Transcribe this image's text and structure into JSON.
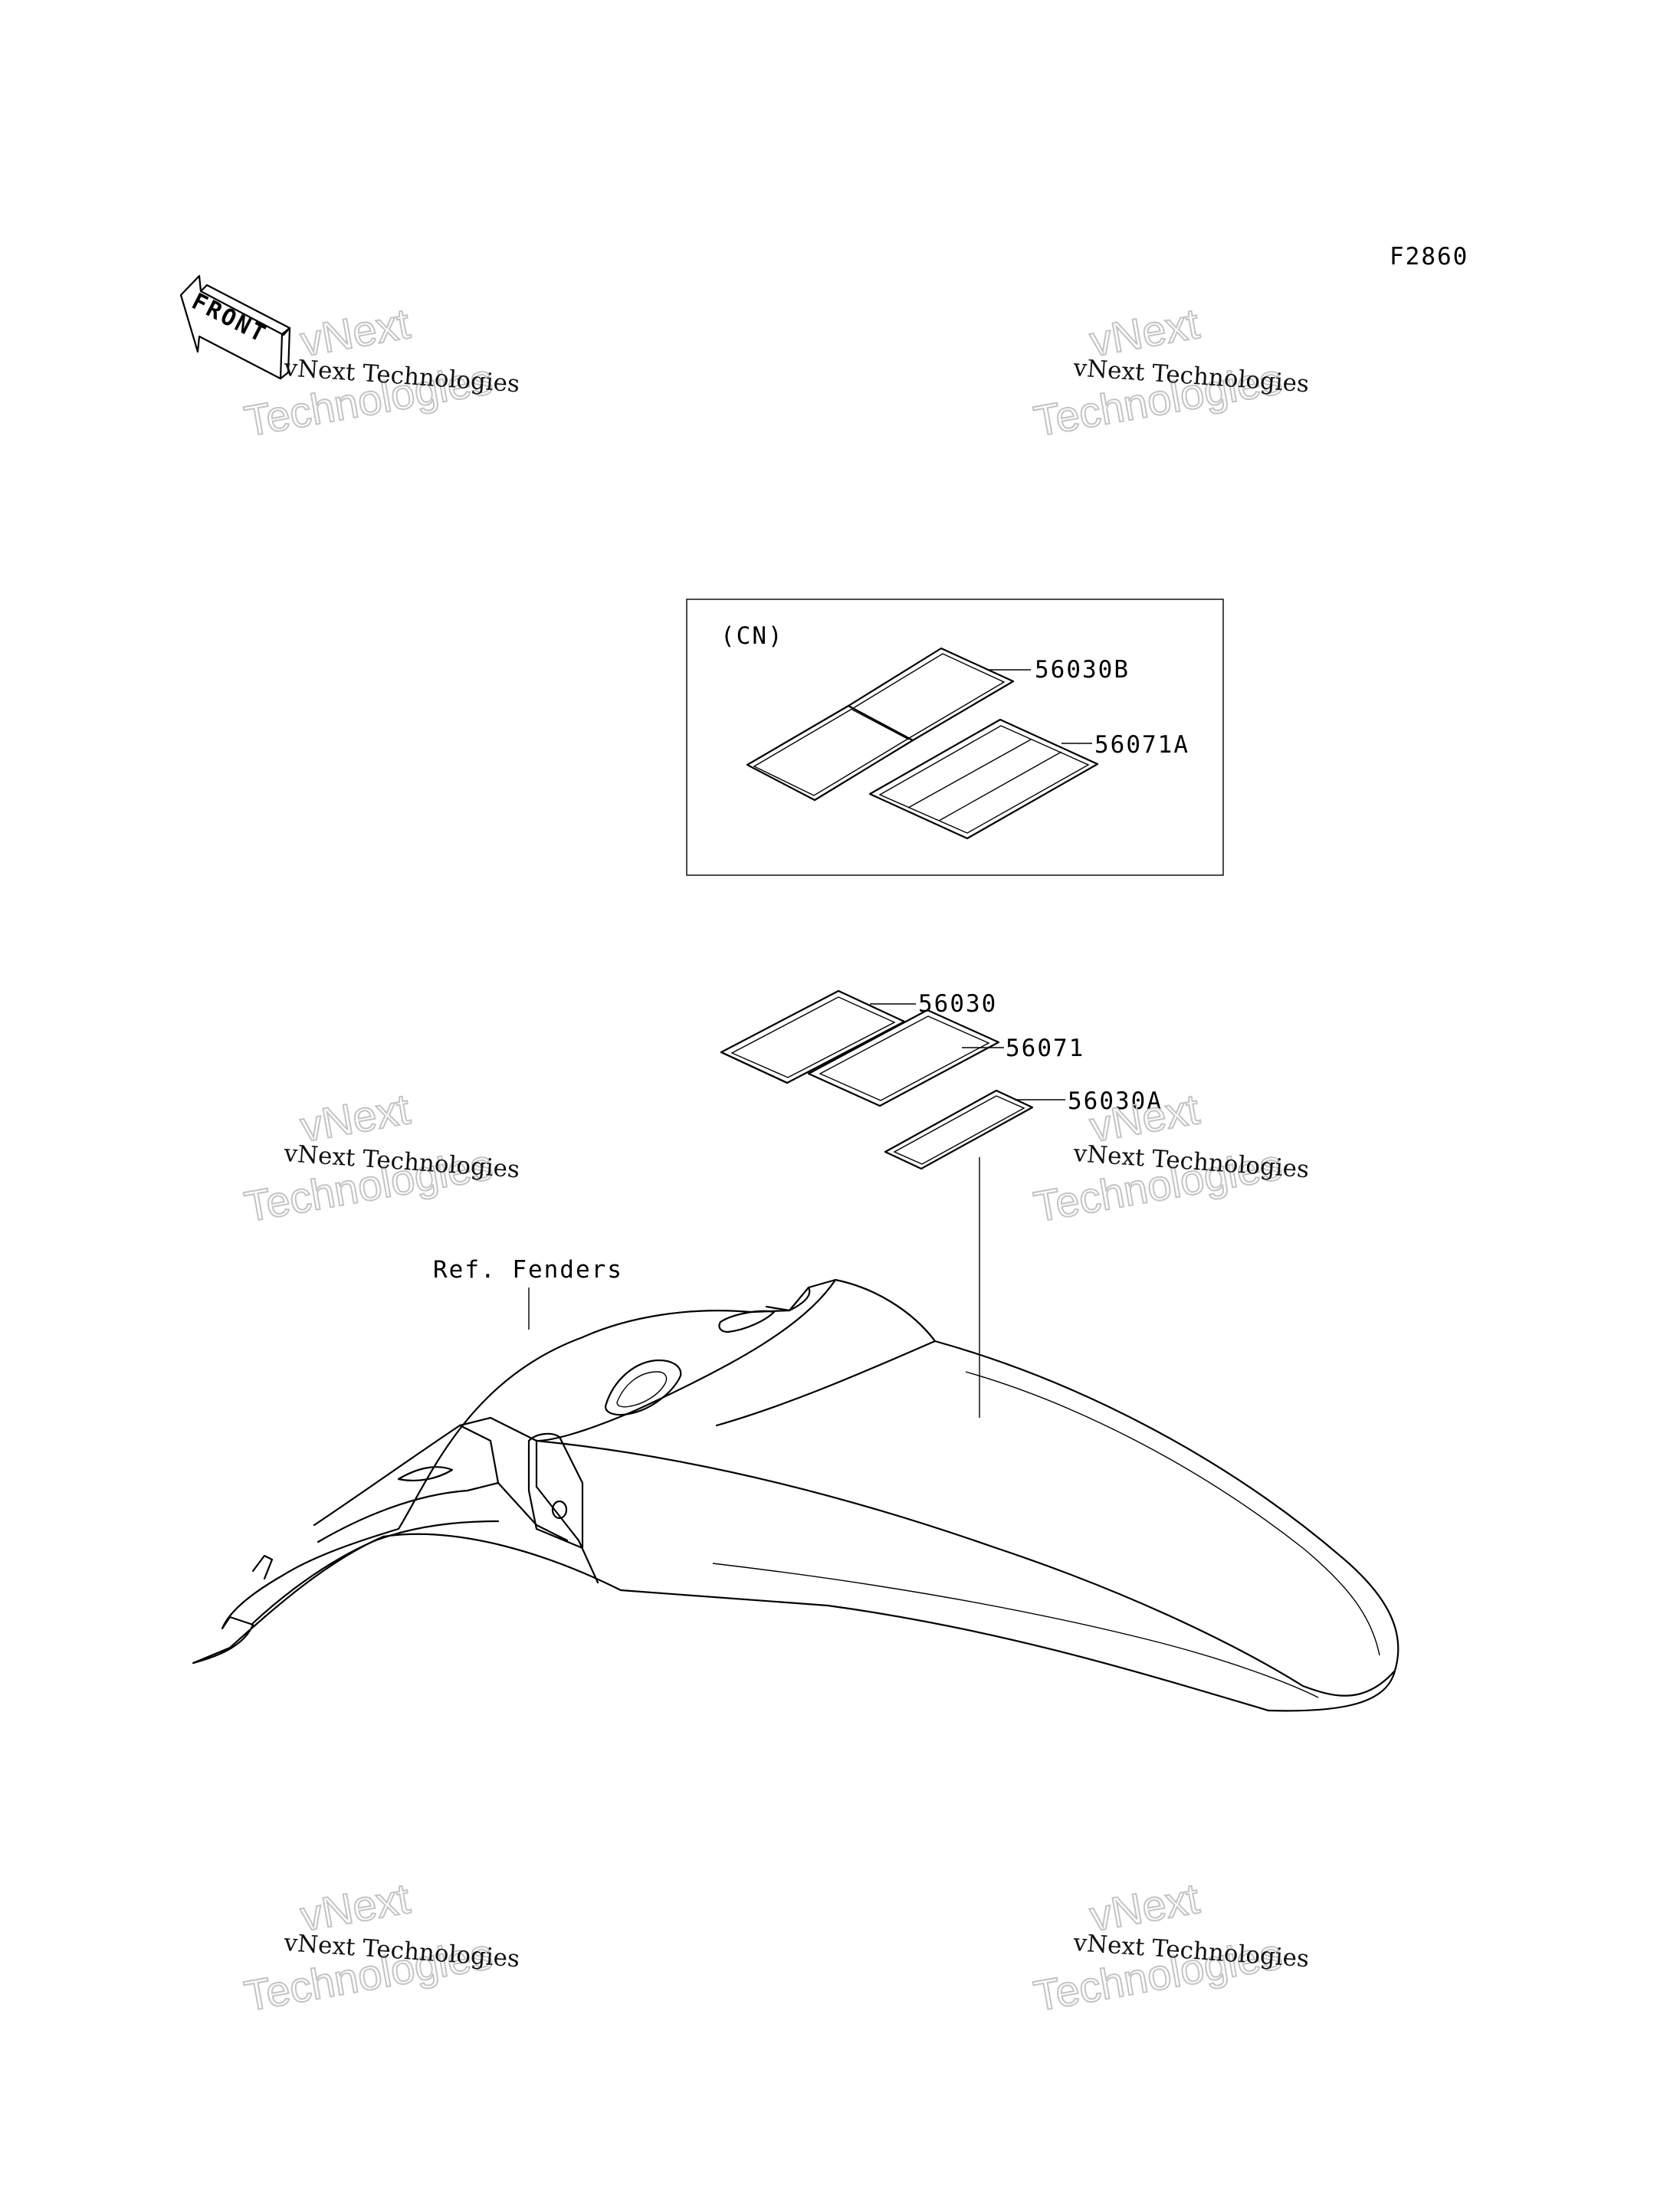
{
  "figure_code": "F2860",
  "front_label": "FRONT",
  "inset": {
    "region": "(CN)",
    "parts": [
      "56030B",
      "56071A"
    ]
  },
  "parts": [
    "56030",
    "56071",
    "56030A"
  ],
  "reference": "Ref. Fenders",
  "watermark": {
    "line": "vNext Technologies",
    "big_top": "vNext",
    "big_bottom": "Technologies"
  }
}
